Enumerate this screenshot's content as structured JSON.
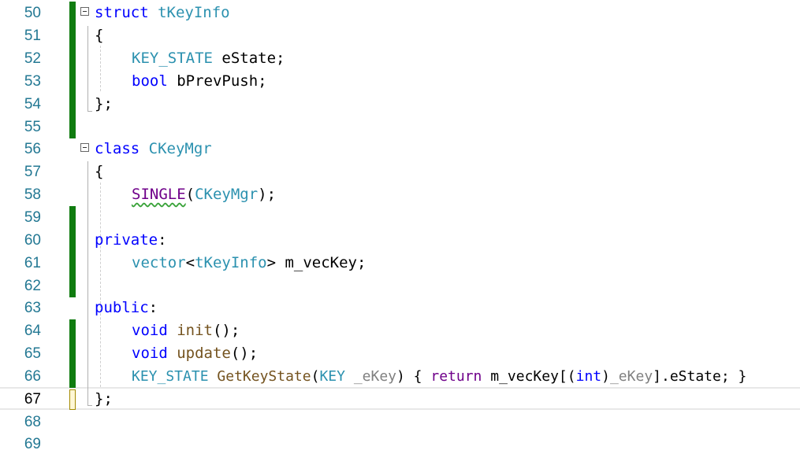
{
  "editor": {
    "lines": [
      {
        "n": "50",
        "parts": [
          "struct",
          " ",
          "tKeyInfo"
        ]
      },
      {
        "n": "51",
        "parts": [
          "{"
        ]
      },
      {
        "n": "52",
        "parts": [
          "KEY_STATE",
          " eState;"
        ]
      },
      {
        "n": "53",
        "parts": [
          "bool",
          " bPrevPush;"
        ]
      },
      {
        "n": "54",
        "parts": [
          "};"
        ]
      },
      {
        "n": "55",
        "parts": []
      },
      {
        "n": "56",
        "parts": [
          "class",
          " ",
          "CKeyMgr"
        ]
      },
      {
        "n": "57",
        "parts": [
          "{"
        ]
      },
      {
        "n": "58",
        "parts": [
          "SINGLE",
          "(",
          "CKeyMgr",
          ");"
        ]
      },
      {
        "n": "59",
        "parts": []
      },
      {
        "n": "60",
        "parts": [
          "private",
          ":"
        ]
      },
      {
        "n": "61",
        "parts": [
          "vector",
          "<",
          "tKeyInfo",
          "> m_vecKey;"
        ]
      },
      {
        "n": "62",
        "parts": []
      },
      {
        "n": "63",
        "parts": [
          "public",
          ":"
        ]
      },
      {
        "n": "64",
        "parts": [
          "void",
          " ",
          "init",
          "();"
        ]
      },
      {
        "n": "65",
        "parts": [
          "void",
          " ",
          "update",
          "();"
        ]
      },
      {
        "n": "66",
        "parts": [
          "KEY_STATE",
          " ",
          "GetKeyState",
          "(",
          "KEY",
          " ",
          "_eKey",
          ") { ",
          "return",
          " m_vecKey[(",
          "int",
          ")",
          "_eKey",
          "].eState; }"
        ]
      },
      {
        "n": "67",
        "parts": [
          "};"
        ]
      },
      {
        "n": "68",
        "parts": []
      },
      {
        "n": "69",
        "parts": []
      }
    ]
  }
}
